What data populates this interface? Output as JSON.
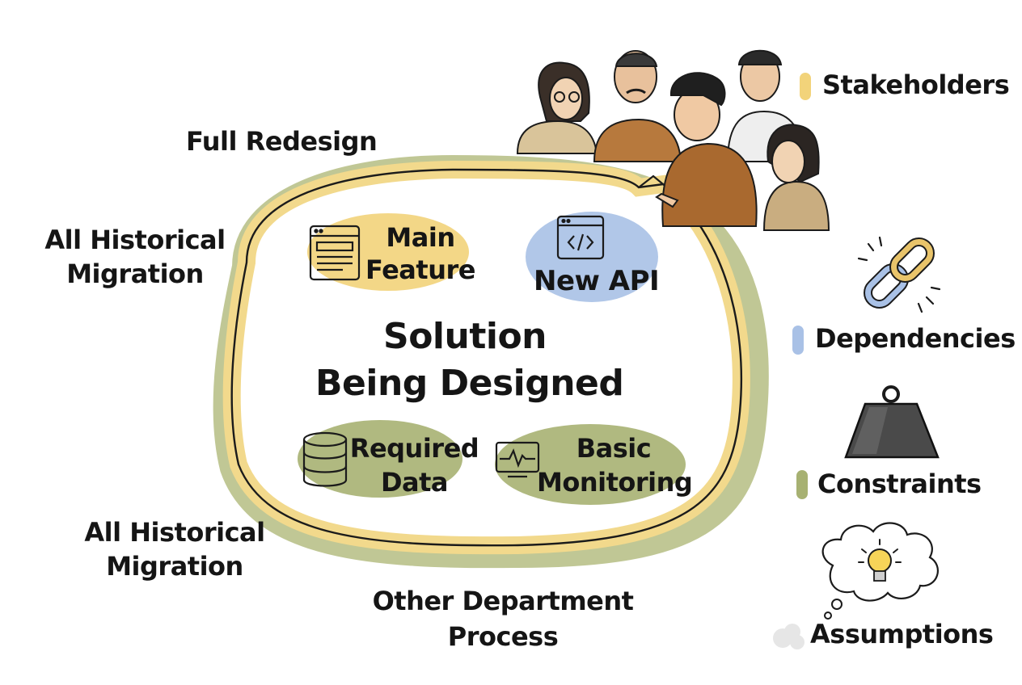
{
  "center": {
    "line1": "Solution",
    "line2": "Being Designed"
  },
  "inside_items": {
    "main_feature": {
      "line1": "Main",
      "line2": "Feature",
      "icon": "browser-window-icon",
      "color": "#f2d37a"
    },
    "new_api": {
      "line1": "New API",
      "icon": "code-window-icon",
      "color": "#a9c1e6"
    },
    "required_data": {
      "line1": "Required",
      "line2": "Data",
      "icon": "database-icon",
      "color": "#a7b172"
    },
    "basic_monitoring": {
      "line1": "Basic",
      "line2": "Monitoring",
      "icon": "pulse-monitor-icon",
      "color": "#a7b172"
    }
  },
  "outside_labels": {
    "full_redesign": "Full Redesign",
    "historical_migration_top": {
      "line1": "All Historical",
      "line2": "Migration"
    },
    "historical_migration_bottom": {
      "line1": "All Historical",
      "line2": "Migration"
    },
    "other_department": {
      "line1": "Other Department",
      "line2": "Process"
    }
  },
  "legend": [
    {
      "label": "Stakeholders",
      "color": "#f2d37a",
      "icon": "stakeholders-group-icon"
    },
    {
      "label": "Dependencies",
      "color": "#a9c1e6",
      "icon": "chain-link-icon"
    },
    {
      "label": "Constraints",
      "color": "#a7b172",
      "icon": "weight-icon"
    },
    {
      "label": "Assumptions",
      "color": "#e6e6e6",
      "icon": "lightbulb-thought-icon"
    }
  ],
  "colors": {
    "scope_border": "#f0d788",
    "scope_outline": "#a3ad6f",
    "ink": "#151515"
  }
}
